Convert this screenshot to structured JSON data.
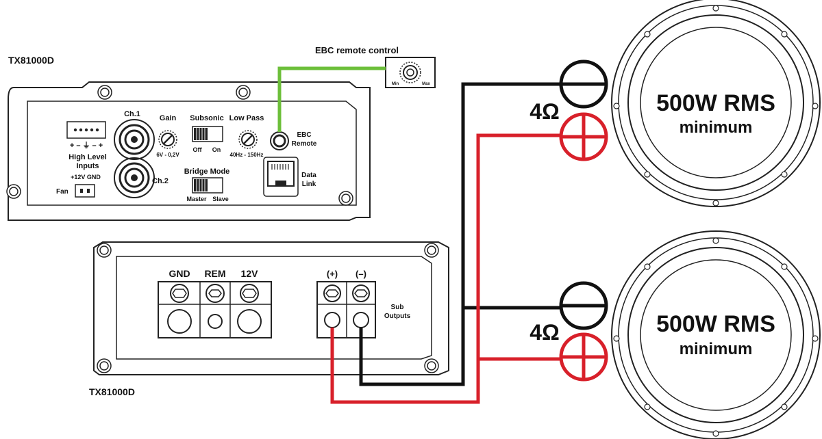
{
  "amp_top": {
    "model": "TX81000D",
    "labels": {
      "ch1": "Ch.1",
      "ch2": "Ch.2",
      "gain": "Gain",
      "gain_range": "6V - 0,2V",
      "subsonic": "Subsonic",
      "off": "Off",
      "on": "On",
      "low_pass": "Low Pass",
      "lp_range": "40Hz - 150Hz",
      "ebc_1": "EBC",
      "ebc_2": "Remote",
      "data_1": "Data",
      "data_2": "Link",
      "bridge_mode": "Bridge Mode",
      "master": "Master",
      "slave": "Slave",
      "hl_signs": "+ – ⏚ – +",
      "hl_1": "High Level",
      "hl_2": "Inputs",
      "fan": "Fan",
      "fan_pins": "+12V  GND"
    }
  },
  "amp_bottom": {
    "model": "TX81000D",
    "labels": {
      "gnd": "GND",
      "rem": "REM",
      "v12": "12V",
      "plus": "(+)",
      "minus": "(–)",
      "sub_1": "Sub",
      "sub_2": "Outputs"
    }
  },
  "remote": {
    "title": "EBC remote control",
    "min": "Min",
    "max": "Max"
  },
  "speakers": [
    {
      "impedance": "4Ω",
      "line1": "500W RMS",
      "line2": "minimum"
    },
    {
      "impedance": "4Ω",
      "line1": "500W RMS",
      "line2": "minimum"
    }
  ],
  "colors": {
    "positive_wire": "#d8202a",
    "negative_wire": "#111111",
    "remote_wire": "#6cbf3a"
  }
}
